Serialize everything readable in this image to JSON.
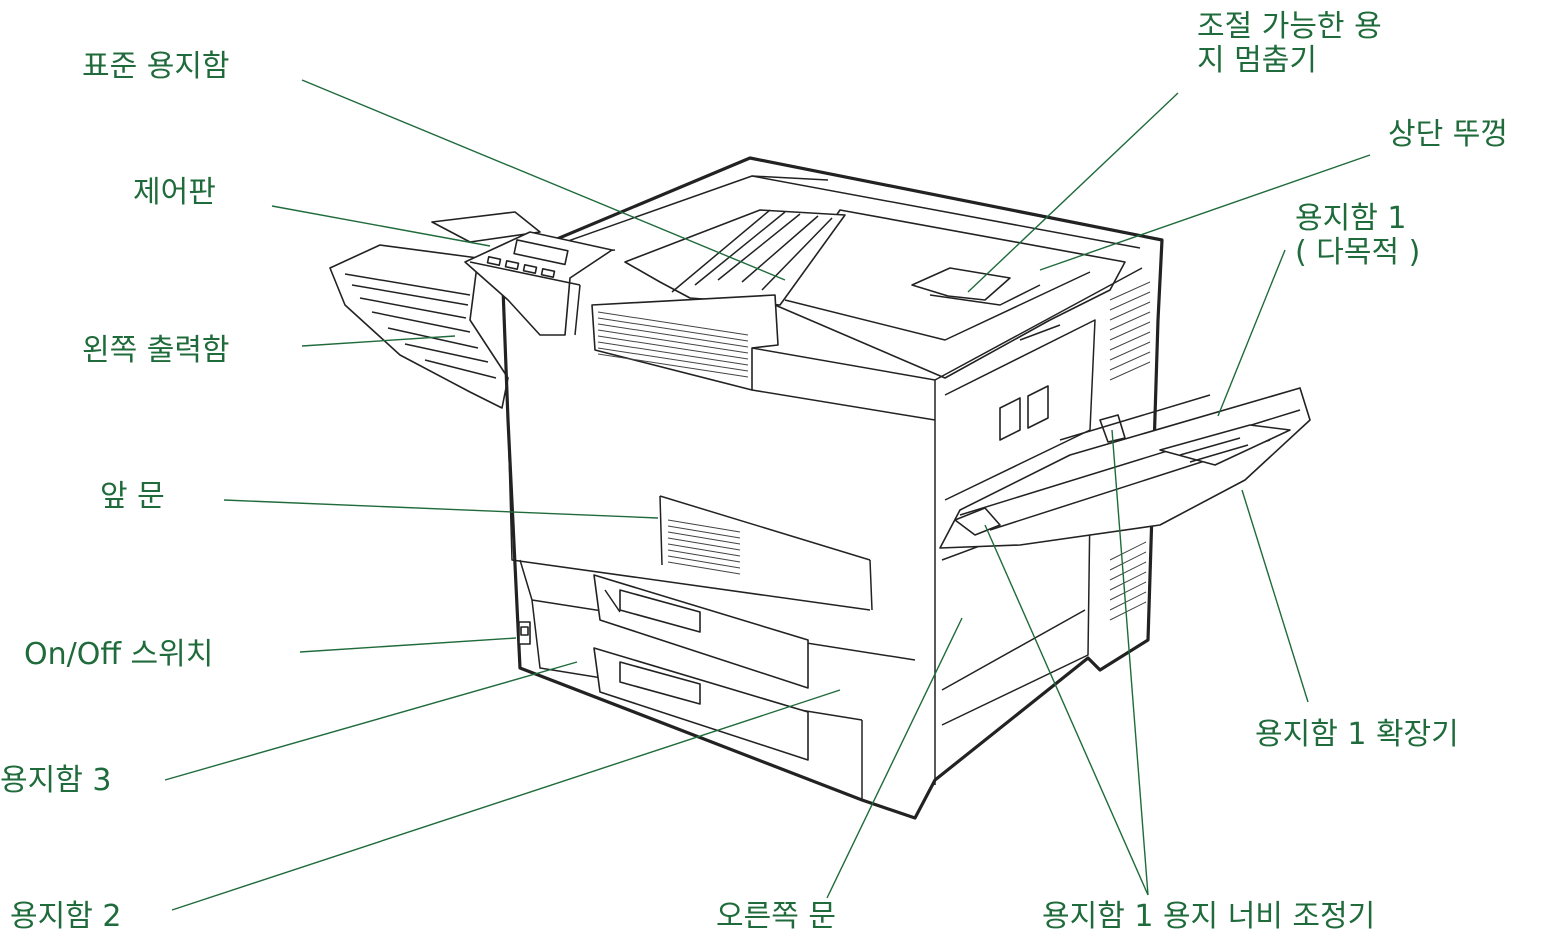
{
  "labels": {
    "standard_output_bin": "표준 용지함",
    "control_panel": "제어판",
    "left_output_bin": "왼쪽 출력함",
    "front_door": "앞 문",
    "power_switch": "On/Off 스위치",
    "tray3": "용지함 3",
    "tray2": "용지함 2",
    "right_door": "오른쪽 문",
    "tray1_width_guides": "용지함 1 용지 너비 조정기",
    "tray1_extension": "용지함 1 확장기",
    "tray1": "용지함 1\n( 다목적 )",
    "top_cover": "상단 뚜껑",
    "adjustable_paper_stop": "조절 가능한 용\n지 멈춤기"
  },
  "colors": {
    "label_text": "#1f6b3b",
    "leader_line": "#1f6b3b",
    "drawing_line": "#222222"
  }
}
